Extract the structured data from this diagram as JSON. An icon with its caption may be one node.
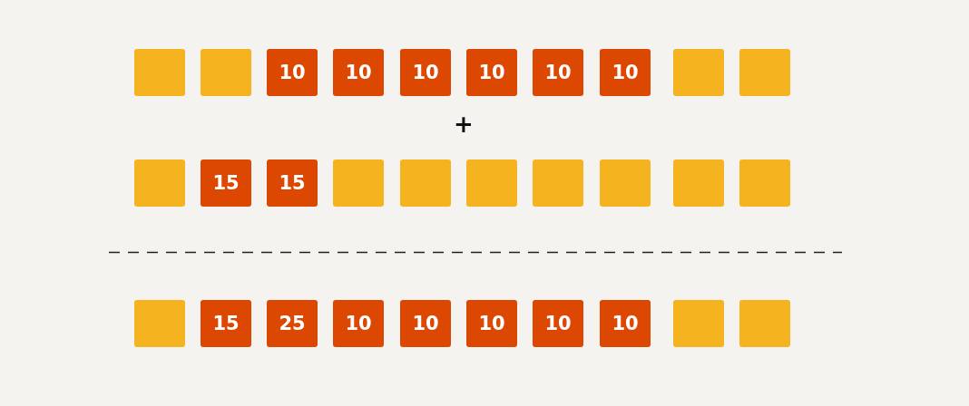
{
  "diagram": {
    "nodes": [
      {
        "text": [],
        "shape": "box"
      },
      {
        "text": [],
        "shape": "box"
      },
      {
        "text": [
          "10"
        ]
      },
      {
        "text": [
          "10"
        ]
      },
      {
        "text": [
          "10"
        ]
      },
      {
        "text": [
          "10"
        ]
      },
      {
        "text": [
          "10"
        ]
      },
      {
        "text": [
          "10"
        ]
      },
      {
        "text": [],
        "shape": "box"
      },
      {
        "text": [],
        "shape": "box"
      },
      {
        "text": [],
        "shape": "box"
      },
      {
        "text": [
          "15"
        ]
      },
      {
        "text": [
          "15"
        ]
      },
      {
        "text": [],
        "shape": "box"
      },
      {
        "text": [],
        "shape": "box"
      },
      {
        "text": [],
        "shape": "box"
      },
      {
        "text": [],
        "shape": "box"
      },
      {
        "text": [],
        "shape": "box"
      },
      {
        "text": [],
        "shape": "box"
      },
      {
        "text": [],
        "shape": "box"
      },
      {
        "text": [],
        "shape": "box"
      },
      {
        "text": [
          "15"
        ]
      },
      {
        "text": [
          "25"
        ]
      },
      {
        "text": [
          "10"
        ]
      },
      {
        "text": [
          "10"
        ]
      },
      {
        "text": [
          "10"
        ]
      },
      {
        "text": [
          "10"
        ]
      },
      {
        "text": [
          "10"
        ]
      },
      {
        "text": [],
        "shape": "box"
      },
      {
        "text": [],
        "shape": "box"
      }
    ],
    "labels": [
      "+"
    ]
  }
}
